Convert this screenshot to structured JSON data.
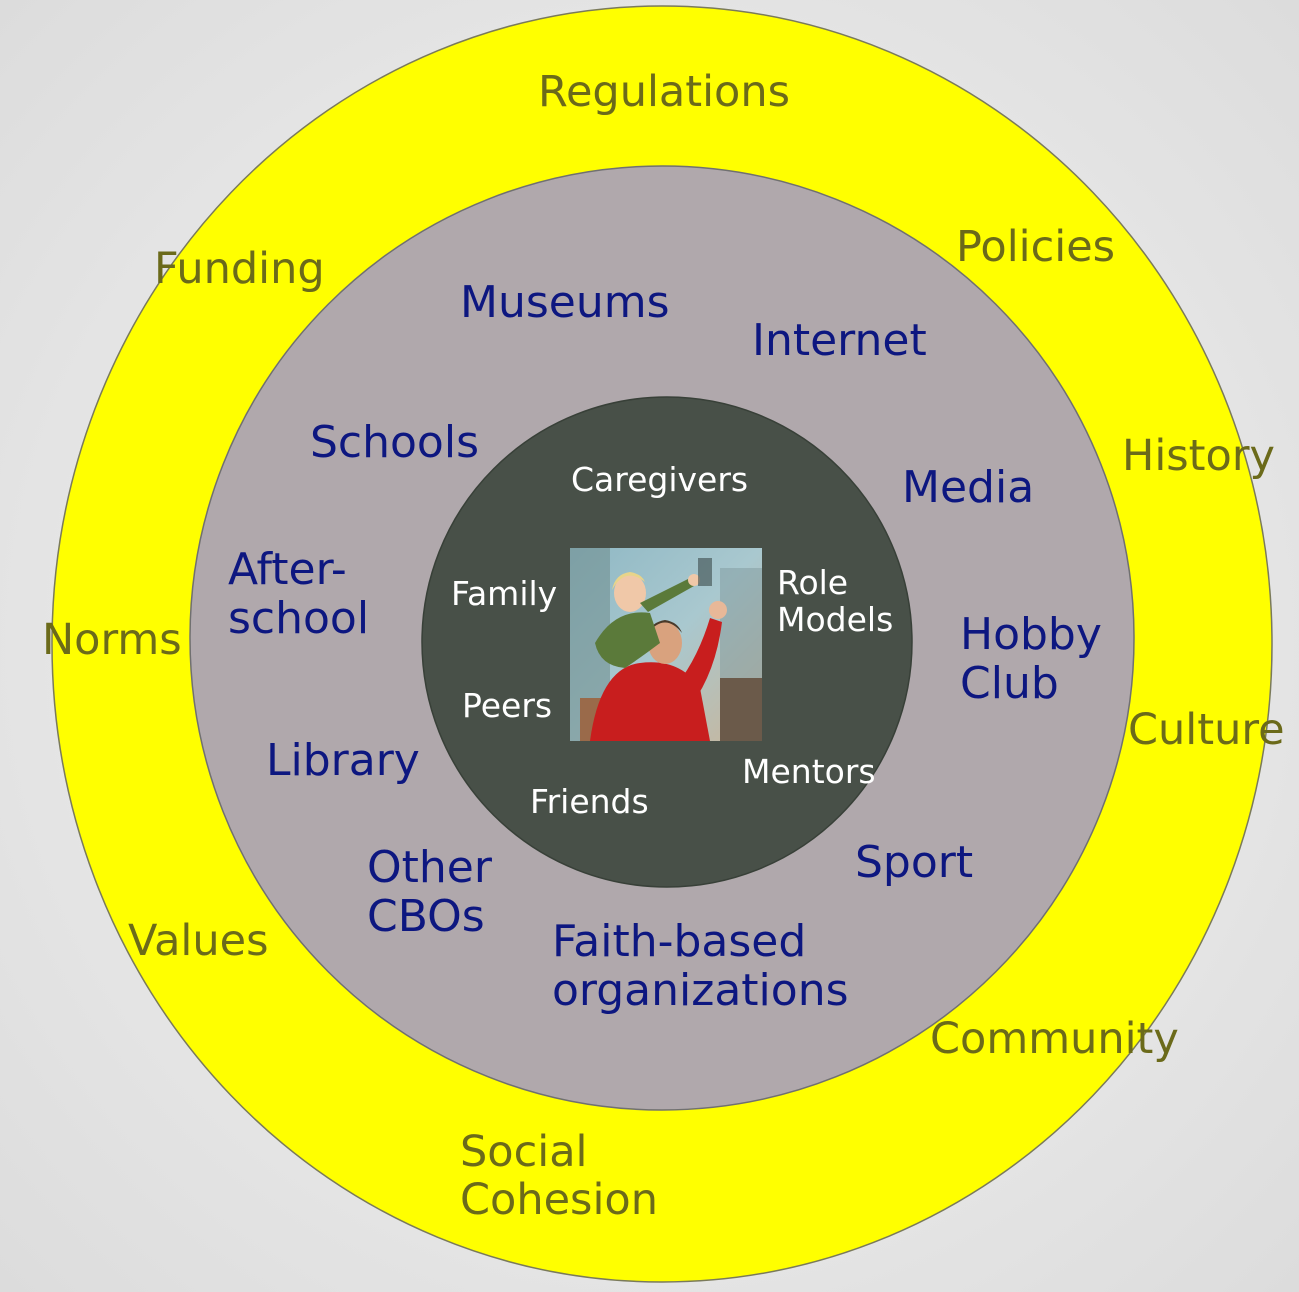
{
  "rings": {
    "outer": {
      "fill": "#ffff00",
      "labels": {
        "regulations": "Regulations",
        "policies": "Policies",
        "funding": "Funding",
        "history": "History",
        "norms": "Norms",
        "culture": "Culture",
        "values": "Values",
        "community": "Community",
        "social_cohesion": "Social\nCohesion"
      }
    },
    "middle": {
      "fill": "#b0a8ac",
      "labels": {
        "museums": "Museums",
        "internet": "Internet",
        "schools": "Schools",
        "media": "Media",
        "after_school": "After-\nschool",
        "hobby_club": "Hobby\nClub",
        "library": "Library",
        "other_cbos": "Other\nCBOs",
        "sport": "Sport",
        "faith_based": "Faith-based\norganizations"
      }
    },
    "inner": {
      "fill": "#485048",
      "labels": {
        "caregivers": "Caregivers",
        "family": "Family",
        "role_models": "Role\nModels",
        "peers": "Peers",
        "mentors": "Mentors",
        "friends": "Friends"
      }
    }
  },
  "center_image": {
    "icon": "photo-child-on-shoulders-icon"
  }
}
